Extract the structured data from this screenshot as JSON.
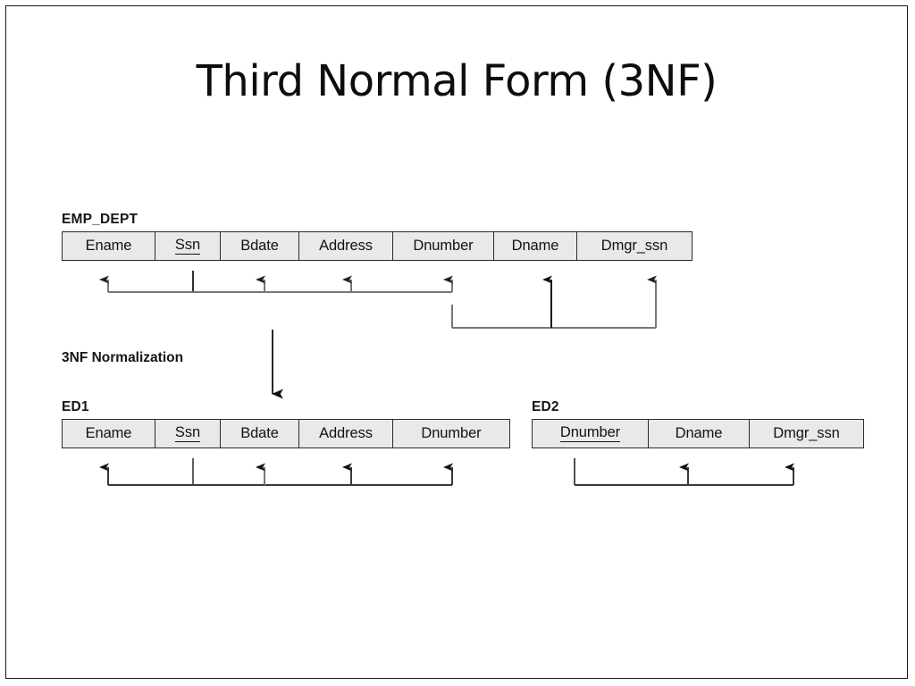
{
  "slide": {
    "title": "Third Normal Form (3NF)",
    "background_color": "#ffffff",
    "border_color": "#1a1a1a"
  },
  "figure": {
    "cell_fill_color": "#e9e9e9",
    "cell_border_color": "#2b2b2b",
    "arrow_color": "#555555",
    "arrow_color_dark": "#1a1a1a",
    "step_label": "3NF Normalization",
    "relations": [
      {
        "id": "emp_dept",
        "name": "EMP_DEPT",
        "attributes": [
          {
            "label": "Ename",
            "key": false
          },
          {
            "label": "Ssn",
            "key": true
          },
          {
            "label": "Bdate",
            "key": false
          },
          {
            "label": "Address",
            "key": false
          },
          {
            "label": "Dnumber",
            "key": false
          },
          {
            "label": "Dname",
            "key": false
          },
          {
            "label": "Dmgr_ssn",
            "key": false
          }
        ],
        "dependencies": [
          {
            "determinant": "Ssn",
            "dependents": [
              "Ename",
              "Bdate",
              "Address",
              "Dnumber"
            ],
            "type": "full-functional"
          },
          {
            "determinant": "Dnumber",
            "dependents": [
              "Dname",
              "Dmgr_ssn"
            ],
            "type": "transitive"
          }
        ]
      },
      {
        "id": "ed1",
        "name": "ED1",
        "attributes": [
          {
            "label": "Ename",
            "key": false
          },
          {
            "label": "Ssn",
            "key": true
          },
          {
            "label": "Bdate",
            "key": false
          },
          {
            "label": "Address",
            "key": false
          },
          {
            "label": "Dnumber",
            "key": false
          }
        ],
        "dependencies": [
          {
            "determinant": "Ssn",
            "dependents": [
              "Ename",
              "Bdate",
              "Address",
              "Dnumber"
            ],
            "type": "full-functional"
          }
        ]
      },
      {
        "id": "ed2",
        "name": "ED2",
        "attributes": [
          {
            "label": "Dnumber ",
            "key": true
          },
          {
            "label": "Dname",
            "key": false
          },
          {
            "label": "Dmgr_ssn",
            "key": false
          }
        ],
        "dependencies": [
          {
            "determinant": "Dnumber",
            "dependents": [
              "Dname",
              "Dmgr_ssn"
            ],
            "type": "full-functional"
          }
        ]
      }
    ]
  }
}
